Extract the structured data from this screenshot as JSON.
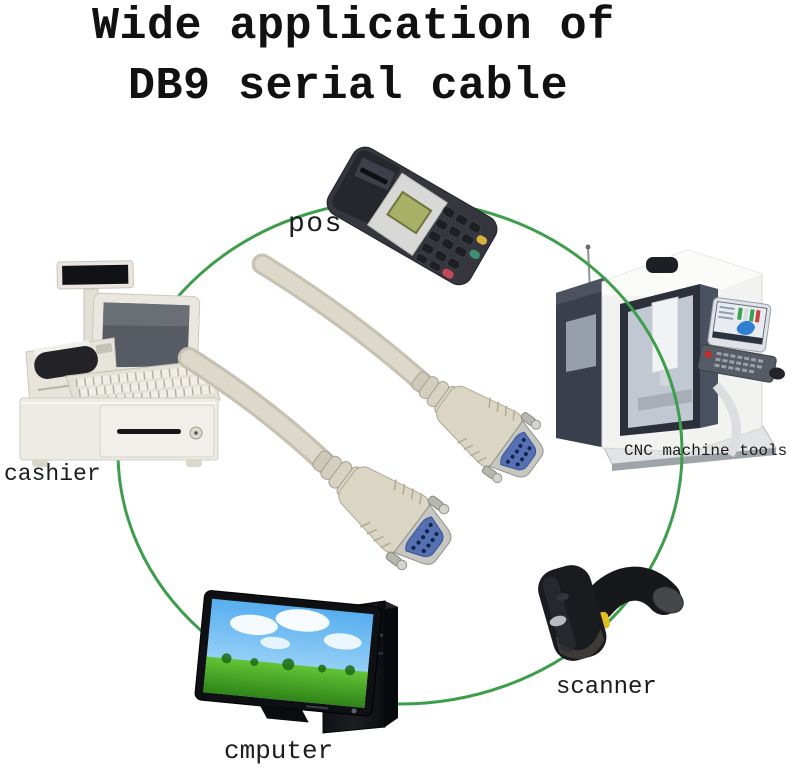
{
  "title": {
    "line1": "Wide application of",
    "line2": "DB9 serial cable"
  },
  "labels": {
    "pos": "pos",
    "cashier": "cashier",
    "cnc_machine_tools": "CNC machine tools",
    "scanner": "scanner",
    "computer": "cmputer"
  },
  "colors": {
    "background": "#ffffff",
    "circle_green": "#3c9e4a",
    "cable_beige": "#dcd8ca",
    "connector_hood": "#dbd6c4",
    "connector_blue": "#5571b4",
    "title_text": "#111111",
    "label_text": "#1c1c1c"
  }
}
